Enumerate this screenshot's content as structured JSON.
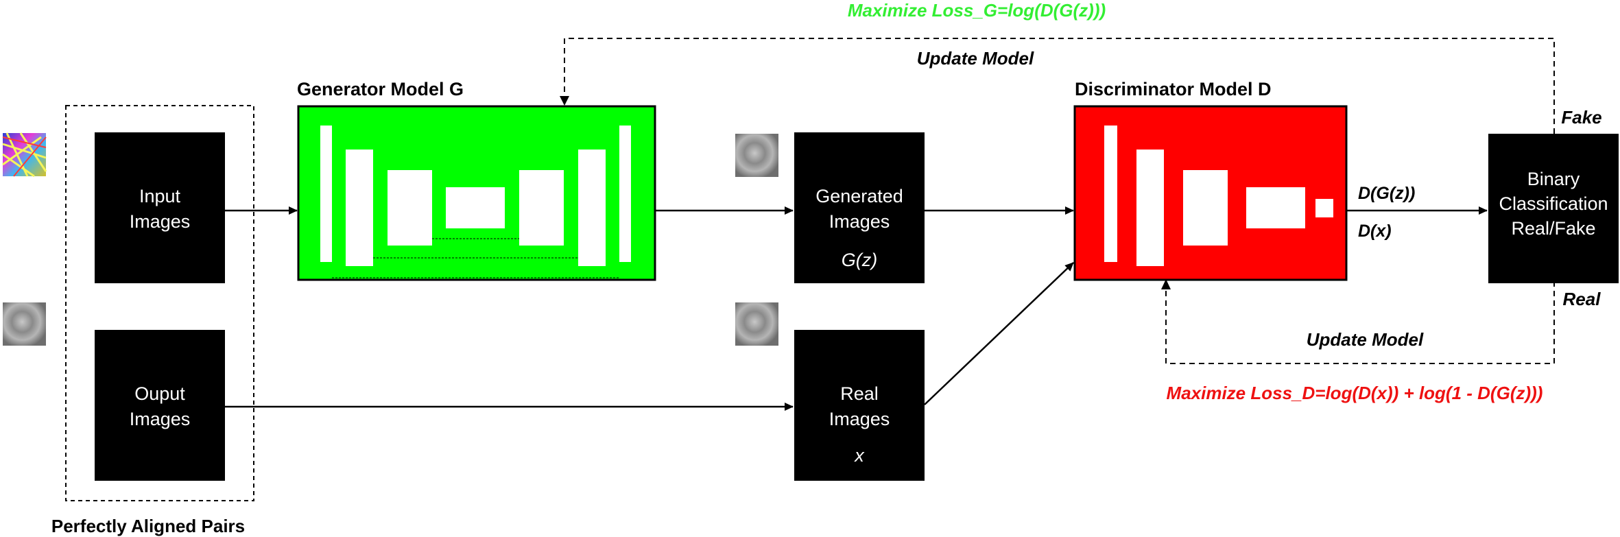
{
  "colors": {
    "generator": "#00ff00",
    "discriminator": "#ff0000",
    "loss_g": "#33ee33",
    "loss_d": "#ee1111",
    "box": "#000000"
  },
  "pairs_label": "Perfectly Aligned Pairs",
  "input_images": {
    "line1": "Input",
    "line2": "Images"
  },
  "output_images": {
    "line1": "Ouput",
    "line2": "Images"
  },
  "generator": {
    "title": "Generator Model G"
  },
  "discriminator": {
    "title": "Discriminator Model D"
  },
  "generated_images": {
    "line1": "Generated",
    "line2": "Images",
    "symbol": "G(z)"
  },
  "real_images": {
    "line1": "Real",
    "line2": "Images",
    "symbol": "x"
  },
  "binary": {
    "line1": "Binary",
    "line2": "Classification",
    "line3": "Real/Fake"
  },
  "outputs": {
    "dgz": "D(G(z))",
    "dx": "D(x)"
  },
  "labels": {
    "fake": "Fake",
    "real": "Real"
  },
  "update_model_top": "Update Model",
  "update_model_bottom": "Update Model",
  "loss_g": "Maximize Loss_G=log(D(G(z)))",
  "loss_d": "Maximize Loss_D=log(D(x)) + log(1 - D(G(z)))",
  "thumbnails": [
    "map-thumbnail",
    "satellite-thumbnail",
    "generated-thumbnail",
    "real-thumbnail"
  ]
}
